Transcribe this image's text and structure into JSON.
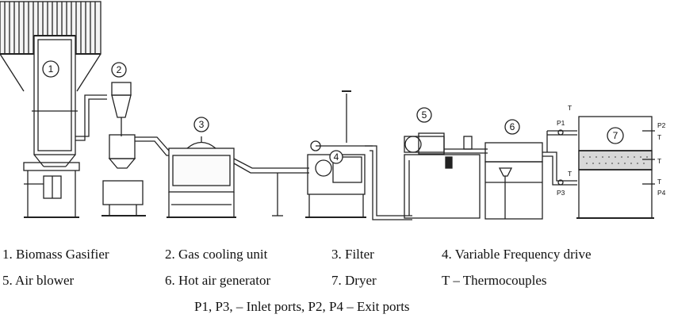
{
  "diagram": {
    "callouts": [
      "1",
      "2",
      "3",
      "4",
      "5",
      "6",
      "7"
    ],
    "port_labels": {
      "p1": "P1",
      "p2": "P2",
      "p3": "P3",
      "p4": "P4",
      "t": "T"
    }
  },
  "legend": {
    "items": [
      "1. Biomass Gasifier",
      "2. Gas cooling unit",
      "3. Filter",
      "4. Variable Frequency drive",
      "5. Air blower",
      "6. Hot air generator",
      "7. Dryer",
      "T – Thermocouples"
    ],
    "footnote": "P1, P3, – Inlet ports, P2, P4 – Exit ports"
  }
}
